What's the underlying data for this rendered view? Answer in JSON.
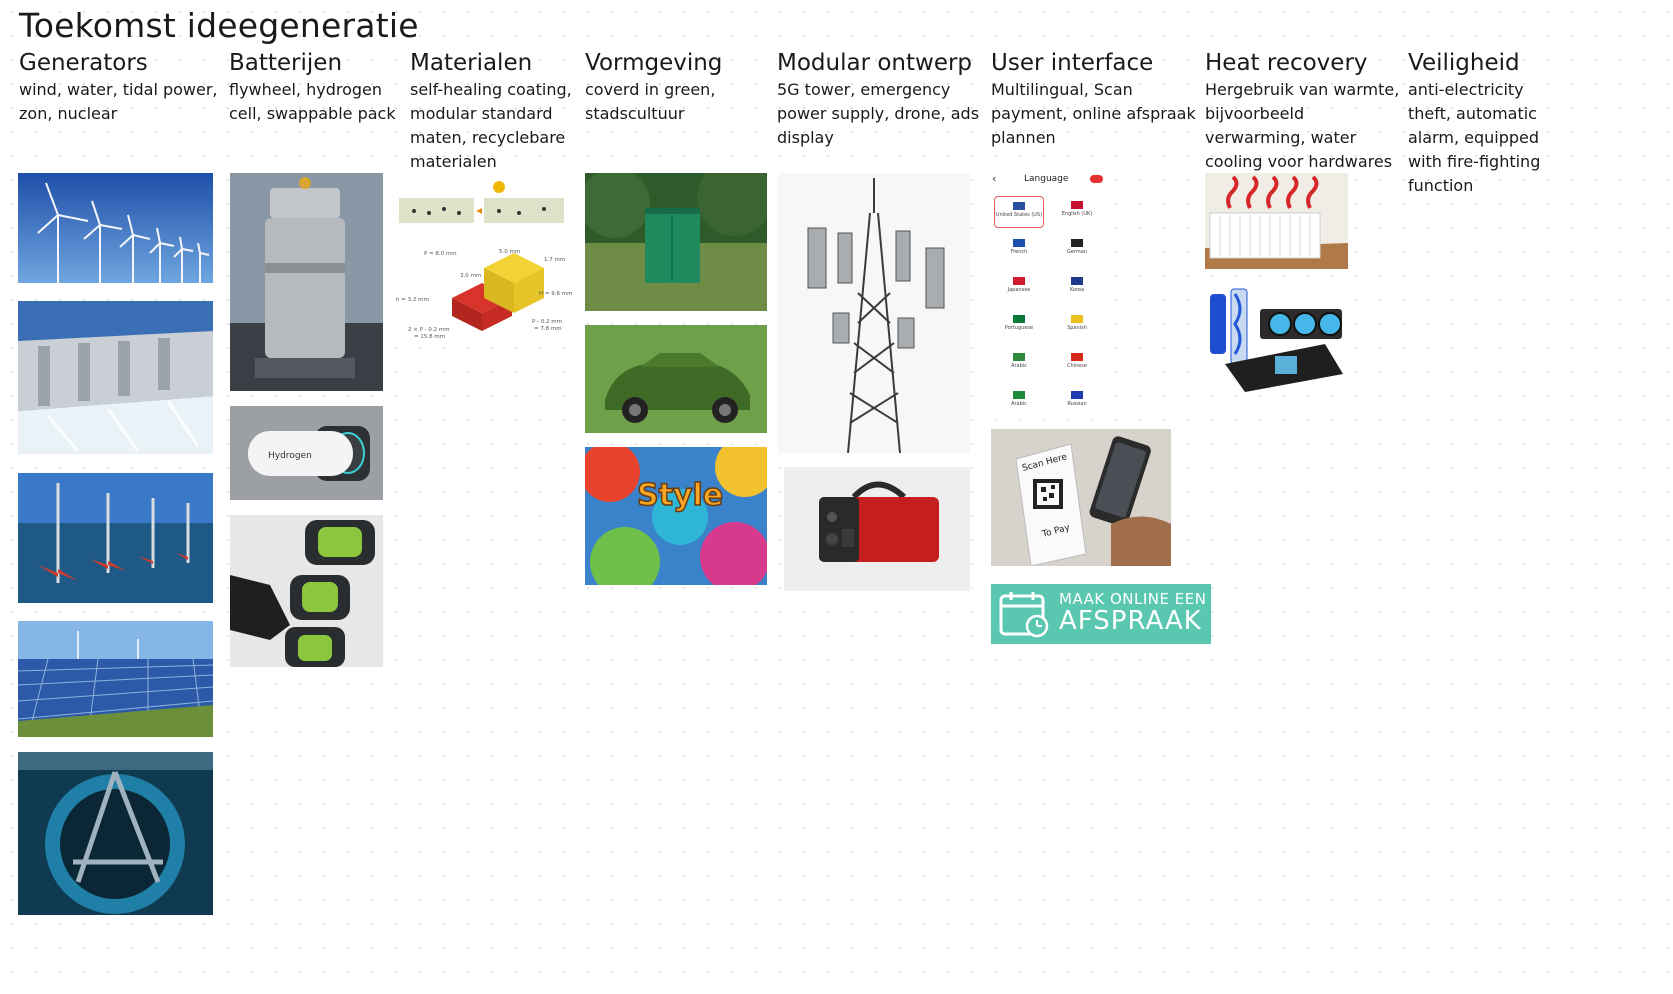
{
  "board": {
    "title": "Toekomst ideegeneratie"
  },
  "columns": [
    {
      "title": "Generators",
      "desc": "wind, water, tidal power, zon, nuclear"
    },
    {
      "title": "Batterijen",
      "desc": "flywheel, hydrogen cell, swappable pack"
    },
    {
      "title": "Materialen",
      "desc": "self-healing coating, modular standard maten, recyclebare materialen"
    },
    {
      "title": "Vormgeving",
      "desc": "coverd in green, stadscultuur"
    },
    {
      "title": "Modular ontwerp",
      "desc": "5G tower, emergency power supply, drone, ads display"
    },
    {
      "title": "User interface",
      "desc": "Multilingual, Scan payment, online afspraak plannen"
    },
    {
      "title": "Heat recovery",
      "desc": "Hergebruik van warmte, bijvoorbeeld verwarming, water cooling voor hardwares"
    },
    {
      "title": "Veiligheid",
      "desc": "anti-electricity theft, automatic alarm, equipped with fire-fighting function"
    }
  ],
  "images": {
    "hydrogen_label": "Hydrogen",
    "language_screen": {
      "header": "Language",
      "options": [
        "United States (US)",
        "English (UK)",
        "French",
        "German",
        "Japanese",
        "Korea",
        "Portuguese",
        "Spanish",
        "Arabic",
        "Chinese",
        "Arabic",
        "Russian"
      ]
    },
    "scan_card": {
      "line1": "Scan Here",
      "line2": "To Pay"
    },
    "afspraak_banner": {
      "line1": "MAAK ONLINE EEN",
      "line2": "AFSPRAAK"
    },
    "graffiti_word": "Style",
    "lego_labels": [
      "P = 8.0 mm",
      "5.0 mm",
      "1.7 mm",
      "3.0 mm",
      "H = 9.6 mm",
      "h = 3.2 mm",
      "P - 0.2 mm",
      "= 7.8 mm",
      "2 × P - 0.2 mm",
      "= 15.8 mm"
    ]
  }
}
